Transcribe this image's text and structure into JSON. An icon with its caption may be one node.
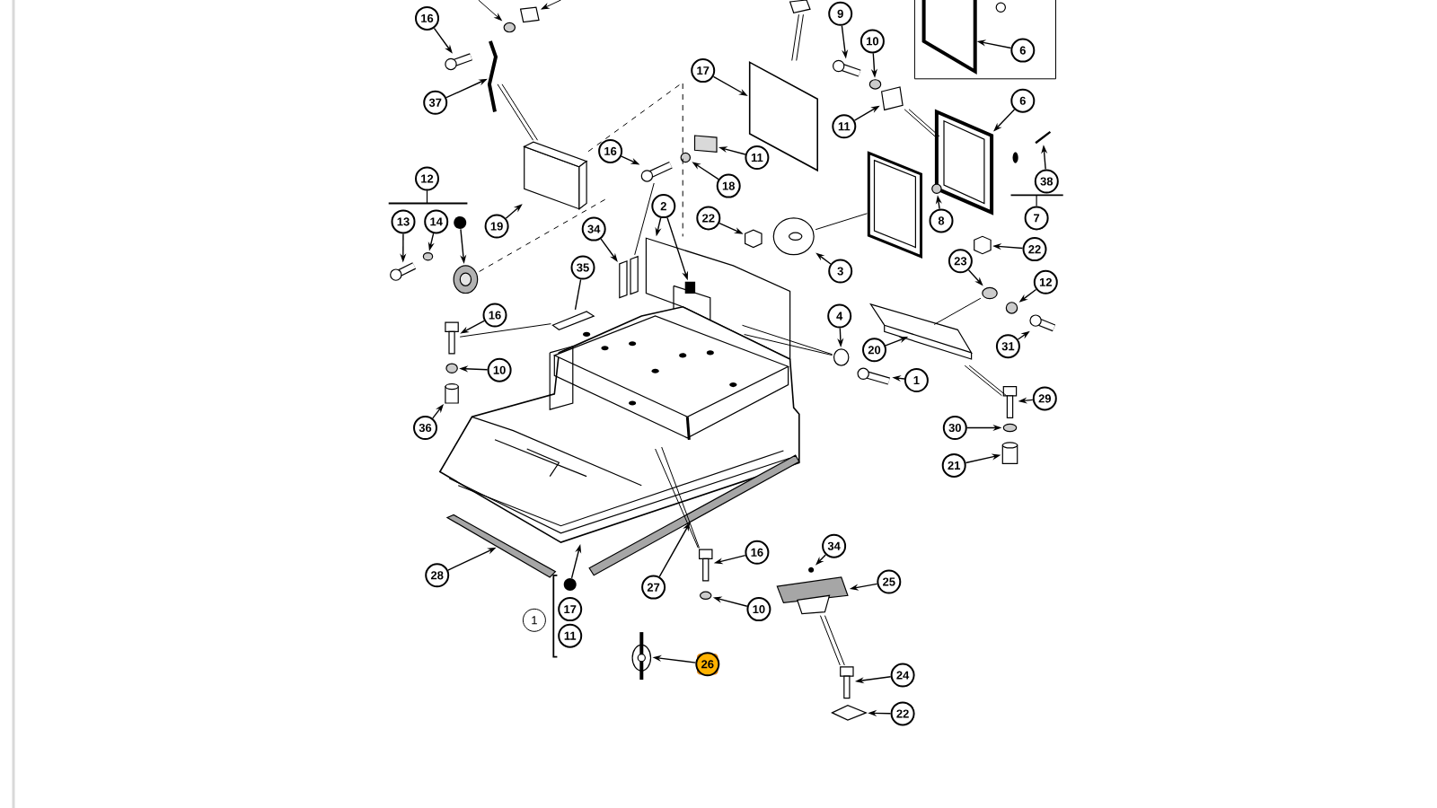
{
  "diagram": {
    "nodes": [
      {
        "text": [
          "16"
        ]
      },
      {
        "text": [
          "9"
        ]
      },
      {
        "text": [
          "10"
        ]
      },
      {
        "text": [
          "6"
        ]
      },
      {
        "text": [
          "17"
        ]
      },
      {
        "text": [
          "37"
        ]
      },
      {
        "text": [
          "6"
        ]
      },
      {
        "text": [
          "11"
        ]
      },
      {
        "text": [
          "16"
        ]
      },
      {
        "text": [
          "11"
        ]
      },
      {
        "text": [
          "12"
        ]
      },
      {
        "text": [
          "38"
        ]
      },
      {
        "text": [
          "18"
        ]
      },
      {
        "text": [
          "2"
        ]
      },
      {
        "text": [
          "7"
        ]
      },
      {
        "text": [
          "13"
        ]
      },
      {
        "text": [
          "14"
        ]
      },
      {
        "text": [],
        "shape": "circle"
      },
      {
        "text": [
          "8"
        ]
      },
      {
        "text": [
          "19"
        ]
      },
      {
        "text": [
          "22"
        ]
      },
      {
        "text": [
          "34"
        ]
      },
      {
        "text": [
          "22"
        ]
      },
      {
        "text": [
          "23"
        ]
      },
      {
        "text": [
          "35"
        ]
      },
      {
        "text": [
          "3"
        ]
      },
      {
        "text": [
          "12"
        ]
      },
      {
        "text": [
          "16"
        ]
      },
      {
        "text": [
          "4"
        ]
      },
      {
        "text": [
          "31"
        ]
      },
      {
        "text": [
          "20"
        ]
      },
      {
        "text": [
          "10"
        ]
      },
      {
        "text": [
          "1"
        ]
      },
      {
        "text": [
          "29"
        ]
      },
      {
        "text": [
          "36"
        ]
      },
      {
        "text": [
          "30"
        ]
      },
      {
        "text": [
          "21"
        ]
      },
      {
        "text": [
          "34"
        ]
      },
      {
        "text": [
          "16"
        ]
      },
      {
        "text": [
          "28"
        ]
      },
      {
        "text": [
          "25"
        ]
      },
      {
        "text": [],
        "shape": "circle"
      },
      {
        "text": [
          "27"
        ]
      },
      {
        "text": [
          "17"
        ]
      },
      {
        "text": [
          "10"
        ]
      },
      {
        "text": [
          "1"
        ]
      },
      {
        "text": [
          "11"
        ]
      },
      {
        "text": [
          "26"
        ]
      },
      {
        "text": [
          "24"
        ]
      },
      {
        "text": [
          "22"
        ]
      },
      {
        "text": [],
        "shape": "picture"
      },
      {
        "text": [],
        "shape": "picture"
      },
      {
        "text": [],
        "shape": "circle"
      },
      {
        "text": [],
        "shape": "picture"
      },
      {
        "text": [],
        "shape": "picture"
      },
      {
        "text": [],
        "shape": "picture"
      },
      {
        "text": [],
        "shape": "picture"
      },
      {
        "text": [],
        "shape": "box"
      },
      {
        "text": [],
        "shape": "picture"
      },
      {
        "text": [],
        "shape": "box"
      },
      {
        "text": [],
        "shape": "picture"
      },
      {
        "text": [],
        "shape": "circle"
      },
      {
        "text": [],
        "shape": "box"
      },
      {
        "text": [],
        "shape": "picture"
      },
      {
        "text": [],
        "shape": "circle"
      },
      {
        "text": [],
        "shape": "picture"
      },
      {
        "text": [],
        "shape": "circle"
      },
      {
        "text": [],
        "shape": "box"
      },
      {
        "text": [],
        "shape": "box"
      },
      {
        "text": [],
        "shape": "picture"
      },
      {
        "text": [],
        "shape": "box"
      },
      {
        "text": [],
        "shape": "circle"
      },
      {
        "text": [],
        "shape": "picture"
      },
      {
        "text": [],
        "shape": "picture"
      },
      {
        "text": [],
        "shape": "circle"
      },
      {
        "text": [],
        "shape": "picture"
      },
      {
        "text": [],
        "shape": "cylinder"
      },
      {
        "text": [],
        "shape": "picture"
      },
      {
        "text": [],
        "shape": "picture"
      },
      {
        "text": [],
        "shape": "circle"
      },
      {
        "text": [],
        "shape": "picture"
      },
      {
        "text": [],
        "shape": "picture"
      },
      {
        "text": [],
        "shape": "cylinder"
      },
      {
        "text": [],
        "shape": "circle"
      },
      {
        "text": [],
        "shape": "cylinder"
      },
      {
        "text": [],
        "shape": "picture"
      },
      {
        "text": [],
        "shape": "picture"
      },
      {
        "text": [],
        "shape": "picture"
      },
      {
        "text": [],
        "shape": "picture"
      },
      {
        "text": [],
        "shape": "picture"
      },
      {
        "text": [],
        "shape": "circle"
      },
      {
        "text": [],
        "shape": "picture"
      },
      {
        "text": [],
        "shape": "picture"
      },
      {
        "text": [],
        "shape": "diamond"
      },
      {
        "text": [],
        "shape": "picture"
      },
      {
        "text": [],
        "shape": "box"
      },
      {
        "text": [],
        "shape": "picture"
      },
      {
        "text": [],
        "shape": "box"
      },
      {
        "text": [],
        "shape": "circle"
      }
    ],
    "edges": [
      {
        "from": 0,
        "to": 50,
        "arrow": "to"
      },
      {
        "from": 1,
        "to": 51,
        "arrow": "to"
      },
      {
        "from": 2,
        "to": 52,
        "arrow": "to"
      },
      {
        "from": 3,
        "to": 53,
        "arrow": "to"
      },
      {
        "from": 4,
        "to": 54,
        "arrow": "to"
      },
      {
        "from": 5,
        "to": 55,
        "arrow": "to"
      },
      {
        "from": 6,
        "to": 56,
        "arrow": "to"
      },
      {
        "from": 7,
        "to": 57,
        "arrow": "to"
      },
      {
        "from": 8,
        "to": 58,
        "arrow": "to"
      },
      {
        "from": 9,
        "to": 59,
        "arrow": "to"
      },
      {
        "from": 11,
        "to": 60,
        "arrow": "to"
      },
      {
        "from": 12,
        "to": 61,
        "arrow": "to"
      },
      {
        "from": 13,
        "to": 94,
        "arrow": "to"
      },
      {
        "from": 13,
        "to": 62,
        "arrow": "to"
      },
      {
        "from": 15,
        "to": 63,
        "arrow": "to"
      },
      {
        "from": 16,
        "to": 64,
        "arrow": "to"
      },
      {
        "from": 17,
        "to": 65,
        "arrow": "to"
      },
      {
        "from": 18,
        "to": 66,
        "arrow": "to"
      },
      {
        "from": 19,
        "to": 67,
        "arrow": "to"
      },
      {
        "from": 20,
        "to": 68,
        "arrow": "to"
      },
      {
        "from": 21,
        "to": 69,
        "arrow": "to"
      },
      {
        "from": 22,
        "to": 70,
        "arrow": "to"
      },
      {
        "from": 23,
        "to": 71,
        "arrow": "to"
      },
      {
        "from": 24,
        "to": 72,
        "arrow": "none"
      },
      {
        "from": 25,
        "to": 73,
        "arrow": "to"
      },
      {
        "from": 26,
        "to": 74,
        "arrow": "to"
      },
      {
        "from": 27,
        "to": 75,
        "arrow": "to"
      },
      {
        "from": 28,
        "to": 76,
        "arrow": "to"
      },
      {
        "from": 29,
        "to": 77,
        "arrow": "to"
      },
      {
        "from": 30,
        "to": 78,
        "arrow": "to"
      },
      {
        "from": 31,
        "to": 79,
        "arrow": "to"
      },
      {
        "from": 32,
        "to": 80,
        "arrow": "to"
      },
      {
        "from": 33,
        "to": 81,
        "arrow": "to"
      },
      {
        "from": 34,
        "to": 82,
        "arrow": "to"
      },
      {
        "from": 35,
        "to": 83,
        "arrow": "to"
      },
      {
        "from": 36,
        "to": 84,
        "arrow": "to"
      },
      {
        "from": 37,
        "to": 85,
        "arrow": "to"
      },
      {
        "from": 38,
        "to": 86,
        "arrow": "to"
      },
      {
        "from": 39,
        "to": 87,
        "arrow": "to"
      },
      {
        "from": 40,
        "to": 88,
        "arrow": "to"
      },
      {
        "from": 41,
        "to": 94,
        "arrow": "to"
      },
      {
        "from": 42,
        "to": 89,
        "arrow": "to"
      },
      {
        "from": 44,
        "to": 90,
        "arrow": "to"
      },
      {
        "from": 47,
        "to": 91,
        "arrow": "to"
      },
      {
        "from": 48,
        "to": 92,
        "arrow": "to"
      },
      {
        "from": 49,
        "to": 93,
        "arrow": "to"
      },
      {
        "from": 54,
        "to": 95,
        "arrow": "none"
      },
      {
        "from": 54,
        "to": 95,
        "arrow": "none"
      },
      {
        "from": 67,
        "to": 55,
        "arrow": "none"
      },
      {
        "from": 67,
        "to": 55,
        "arrow": "none"
      },
      {
        "from": 73,
        "to": 96,
        "arrow": "none"
      },
      {
        "from": 57,
        "to": 56,
        "arrow": "none"
      },
      {
        "from": 57,
        "to": 56,
        "arrow": "none"
      },
      {
        "from": 69,
        "to": 58,
        "arrow": "none"
      },
      {
        "from": 72,
        "to": 75,
        "arrow": "none"
      },
      {
        "from": 94,
        "to": 76,
        "arrow": "none"
      },
      {
        "from": 94,
        "to": 76,
        "arrow": "none"
      },
      {
        "from": 78,
        "to": 71,
        "arrow": "none"
      },
      {
        "from": 78,
        "to": 81,
        "arrow": "none"
      },
      {
        "from": 78,
        "to": 81,
        "arrow": "none"
      },
      {
        "from": 94,
        "to": 86,
        "arrow": "none"
      },
      {
        "from": 94,
        "to": 86,
        "arrow": "none"
      },
      {
        "from": 88,
        "to": 92,
        "arrow": "none"
      },
      {
        "from": 88,
        "to": 92,
        "arrow": "none"
      },
      {
        "from": 67,
        "to": 94,
        "arrow": "none",
        "style": "dashed"
      },
      {
        "from": 65,
        "to": null,
        "arrow": "none",
        "style": "dashed"
      },
      {
        "from": null,
        "to": 97,
        "arrow": "to"
      },
      {
        "from": null,
        "to": 98,
        "arrow": "to"
      }
    ]
  }
}
